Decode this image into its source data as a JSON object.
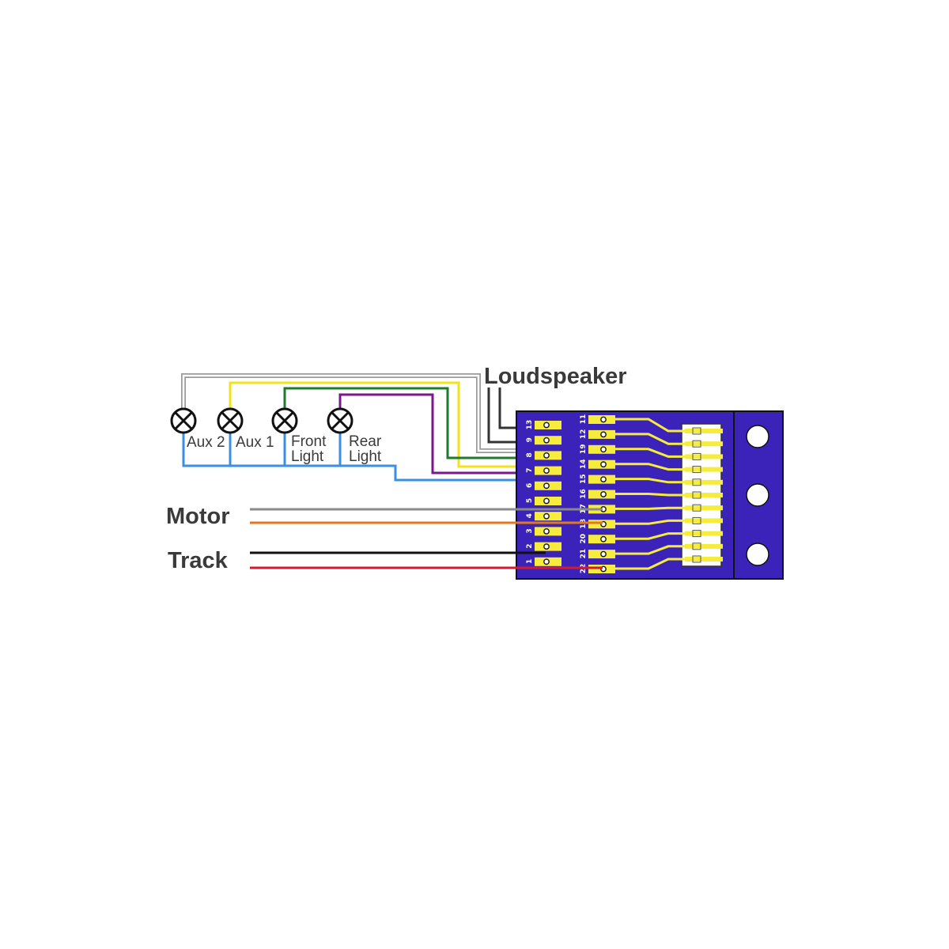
{
  "labels": {
    "loudspeaker": "Loudspeaker",
    "motor": "Motor",
    "track": "Track",
    "aux2": "Aux 2",
    "aux1": "Aux 1",
    "front_light_1": "Front",
    "front_light_2": "Light",
    "rear_light_1": "Rear",
    "rear_light_2": "Light"
  },
  "pins_left": [
    "13",
    "9",
    "8",
    "7",
    "6",
    "5",
    "4",
    "3",
    "2",
    "1"
  ],
  "pins_right": [
    "11",
    "12",
    "19",
    "14",
    "15",
    "16",
    "17",
    "18",
    "20",
    "21",
    "22"
  ],
  "colors": {
    "board": "#3b22b8",
    "pad": "#f5ec3c",
    "wire_white": "#9a9a9a",
    "wire_yellow": "#f2e21a",
    "wire_green": "#1f7a2a",
    "wire_purple": "#7a1a8a",
    "wire_blue": "#3a8fe0",
    "wire_black": "#111111",
    "wire_orange": "#e2781e",
    "wire_red": "#d41a30",
    "wire_grey": "#8a8a8a"
  }
}
